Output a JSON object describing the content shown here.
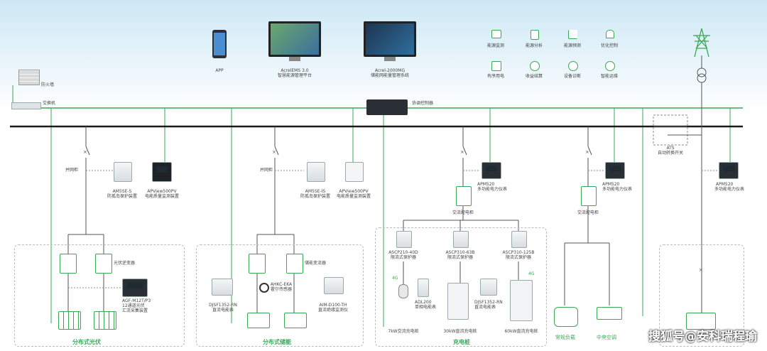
{
  "colors": {
    "bus": "#1a1a1a",
    "network": "#3aa855",
    "accent": "#3aa855",
    "sky_top": "#cfe9f6"
  },
  "top": {
    "app": "APP",
    "ems_title": "AcrelEMS 3.0",
    "ems_sub": "智慧能源管理平台",
    "mg_title": "Acrel-2000MG",
    "mg_sub": "储能网能量管理系统"
  },
  "functions": [
    "能源监测",
    "能源分析",
    "能源预测",
    "优化控制",
    "有序用电",
    "收益结算",
    "设备诊断",
    "智能运维"
  ],
  "left_devices": {
    "firewall": "防火墙",
    "switch": "交换机"
  },
  "gateway": "协调控制器",
  "ats": {
    "title": "ATS",
    "sub": "自动转换开关"
  },
  "pv": {
    "switch": "并网柜",
    "dev1_name": "AM5SE-S",
    "dev1_desc": "防孤岛保护装置",
    "dev2_name": "APView500PV",
    "dev2_desc": "电能质量监测装置",
    "inverter": "光伏逆变器",
    "agf_name": "AGF-M12T/P3",
    "agf_desc1": "12通道光伏",
    "agf_desc2": "汇流采集装置",
    "zone": "分布式光伏"
  },
  "storage": {
    "switch": "并网柜",
    "dev1_name": "AM5SE-IS",
    "dev1_desc": "防孤岛保护装置",
    "dev2_name": "APView500PV",
    "dev2_desc": "电能质量监测装置",
    "pcs": "储能变流器",
    "meter_name": "DJSF1352-RN",
    "meter_desc": "直流电能表",
    "hall_name": "AHKC-EKA",
    "hall_desc": "霍尔传感器",
    "bms_name": "AIM-D100-TH",
    "bms_desc": "直流绝缘监测仪",
    "zone": "分布式储能"
  },
  "charging": {
    "meter_name": "APM520",
    "meter_desc": "多功能电力仪表",
    "cabinet": "交流配电柜",
    "p1_name": "ASCP210-40D",
    "p1_desc": "限流式保护器",
    "p2_name": "ASCP310-63B",
    "p2_desc": "限流式保护器",
    "p3_name": "ASCP310-125B",
    "p3_desc": "限流式保护器",
    "sig1": "4G",
    "sig2": "4G",
    "adl_name": "ADL200",
    "adl_desc": "单相电能表",
    "djsf_name": "DJSF1352-RN",
    "djsf_desc": "直流电能表",
    "pile1": "7kW交流充电桩",
    "pile2": "30kW直流充电桩",
    "pile3": "60kW直流充电桩",
    "zone": "充电桩"
  },
  "load": {
    "meter_name": "APM520",
    "meter_desc": "多功能电力仪表",
    "cabinet": "交流配电柜",
    "normal": "常规负载",
    "central": "中央空调"
  },
  "grid": {
    "meter_name": "APM520",
    "meter_desc": "多功能电力仪表"
  },
  "watermark": "搜狐号@安科瑞程瑜"
}
